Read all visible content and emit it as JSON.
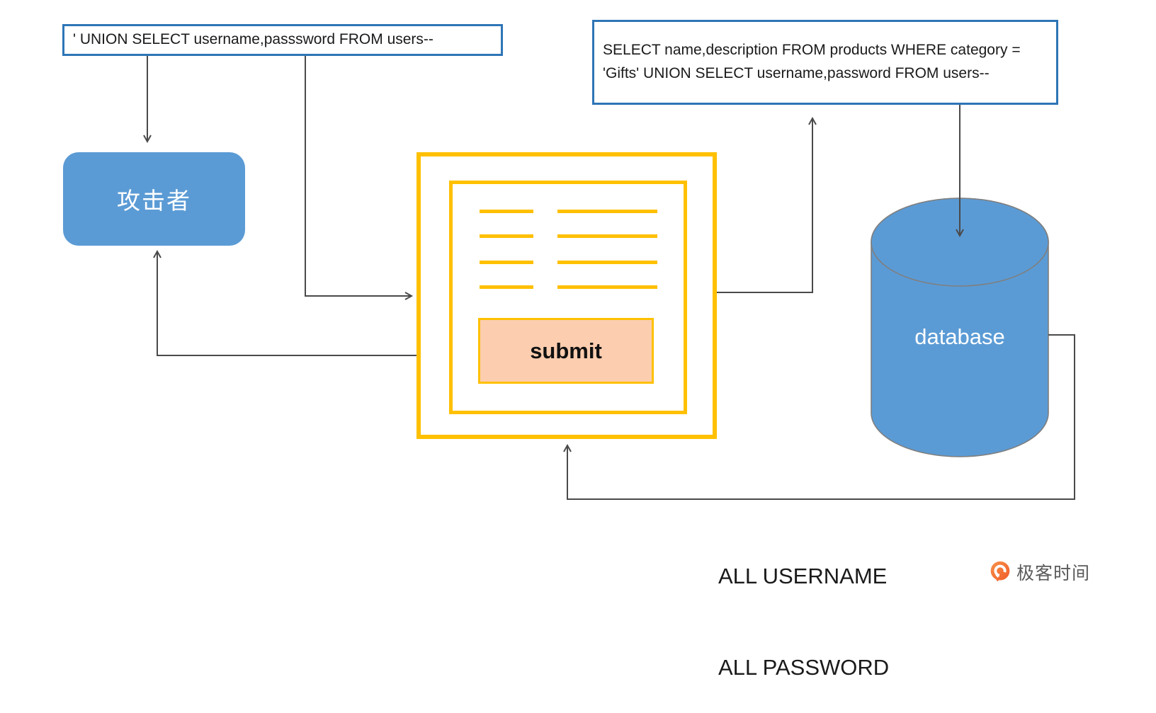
{
  "boxes": {
    "attack_payload": {
      "text": "' UNION SELECT username,passsword FROM users--"
    },
    "injected_query": {
      "text": "SELECT name,description FROM products WHERE category = 'Gifts' UNION SELECT username,password FROM users--"
    }
  },
  "nodes": {
    "attacker": {
      "label": "攻击者"
    },
    "web_form": {
      "submit_label": "submit"
    },
    "database": {
      "label": "database"
    }
  },
  "results": {
    "line1": "ALL USERNAME",
    "line2": "ALL PASSWORD"
  },
  "logo": {
    "text": "极客时间",
    "icon": "geektime-logo-icon"
  },
  "colors": {
    "blue_fill": "#5B9BD5",
    "blue_border": "#2E75B6",
    "orange": "#FFC000",
    "peach": "#FCCDAF",
    "line": "#4a4a4a",
    "cyl_stroke": "#7f7f7f",
    "logo_orange": "#F4722B"
  }
}
